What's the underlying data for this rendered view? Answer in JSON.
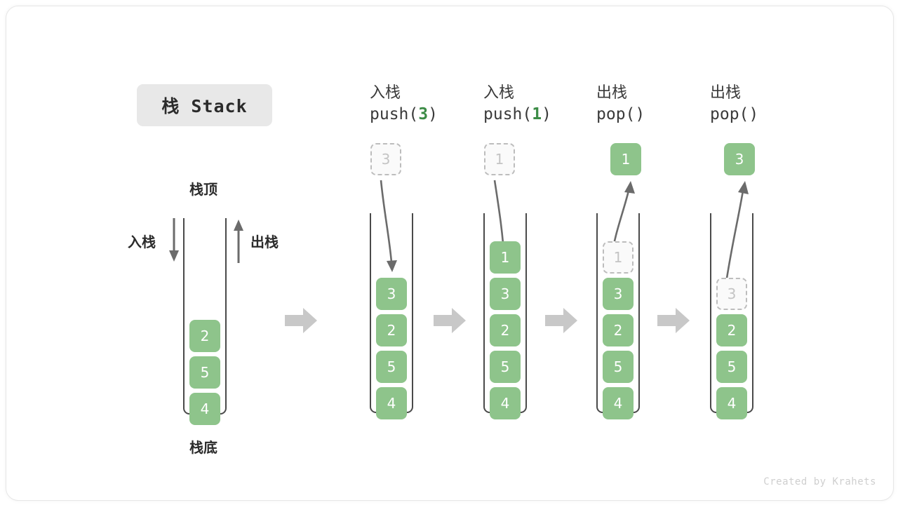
{
  "title_chip": {
    "label": "栈 Stack"
  },
  "colors": {
    "cell_fill": "#8ec48b",
    "cell_text": "#ffffff",
    "ghost_fill": "#fafafa",
    "ghost_border": "#bdbdbd",
    "ghost_text": "#c4c4c4",
    "container_stroke": "#4a4a4a",
    "motion_arrow": "#6b6b6b",
    "block_arrow": "#c8c8c8",
    "chip_bg": "#e8e8e8",
    "code_accent": "#3c8c46",
    "text": "#3a3a3a",
    "footer_text": "#cfcfcf",
    "card_border": "#e6e6e6"
  },
  "overview": {
    "top_label": "栈顶",
    "bottom_label": "栈底",
    "push_label": "入栈",
    "pop_label": "出栈",
    "cells": [
      "2",
      "5",
      "4"
    ]
  },
  "steps": [
    {
      "id": "push-3",
      "op_cn": "入栈",
      "op_code_prefix": "push(",
      "op_code_arg": "3",
      "op_code_suffix": ")",
      "floating": {
        "value": "3",
        "state": "ghost",
        "position": "above"
      },
      "motion": "down",
      "cells": [
        {
          "value": "3",
          "state": "filled"
        },
        {
          "value": "2",
          "state": "filled"
        },
        {
          "value": "5",
          "state": "filled"
        },
        {
          "value": "4",
          "state": "filled"
        }
      ]
    },
    {
      "id": "push-1",
      "op_cn": "入栈",
      "op_code_prefix": "push(",
      "op_code_arg": "1",
      "op_code_suffix": ")",
      "floating": {
        "value": "1",
        "state": "ghost",
        "position": "above"
      },
      "motion": "down",
      "cells": [
        {
          "value": "1",
          "state": "filled"
        },
        {
          "value": "3",
          "state": "filled"
        },
        {
          "value": "2",
          "state": "filled"
        },
        {
          "value": "5",
          "state": "filled"
        },
        {
          "value": "4",
          "state": "filled"
        }
      ]
    },
    {
      "id": "pop-1",
      "op_cn": "出栈",
      "op_code_prefix": "pop(",
      "op_code_arg": "",
      "op_code_suffix": ")",
      "floating": {
        "value": "1",
        "state": "filled",
        "position": "above"
      },
      "motion": "up",
      "cells": [
        {
          "value": "1",
          "state": "ghost"
        },
        {
          "value": "3",
          "state": "filled"
        },
        {
          "value": "2",
          "state": "filled"
        },
        {
          "value": "5",
          "state": "filled"
        },
        {
          "value": "4",
          "state": "filled"
        }
      ]
    },
    {
      "id": "pop-3",
      "op_cn": "出栈",
      "op_code_prefix": "pop(",
      "op_code_arg": "",
      "op_code_suffix": ")",
      "floating": {
        "value": "3",
        "state": "filled",
        "position": "above"
      },
      "motion": "up",
      "cells": [
        {
          "value": "3",
          "state": "ghost"
        },
        {
          "value": "2",
          "state": "filled"
        },
        {
          "value": "5",
          "state": "filled"
        },
        {
          "value": "4",
          "state": "filled"
        }
      ]
    }
  ],
  "transition_arrows": [
    "step-arrow-1",
    "step-arrow-2",
    "step-arrow-3",
    "step-arrow-4"
  ],
  "footer": {
    "credit": "Created by Krahets"
  }
}
